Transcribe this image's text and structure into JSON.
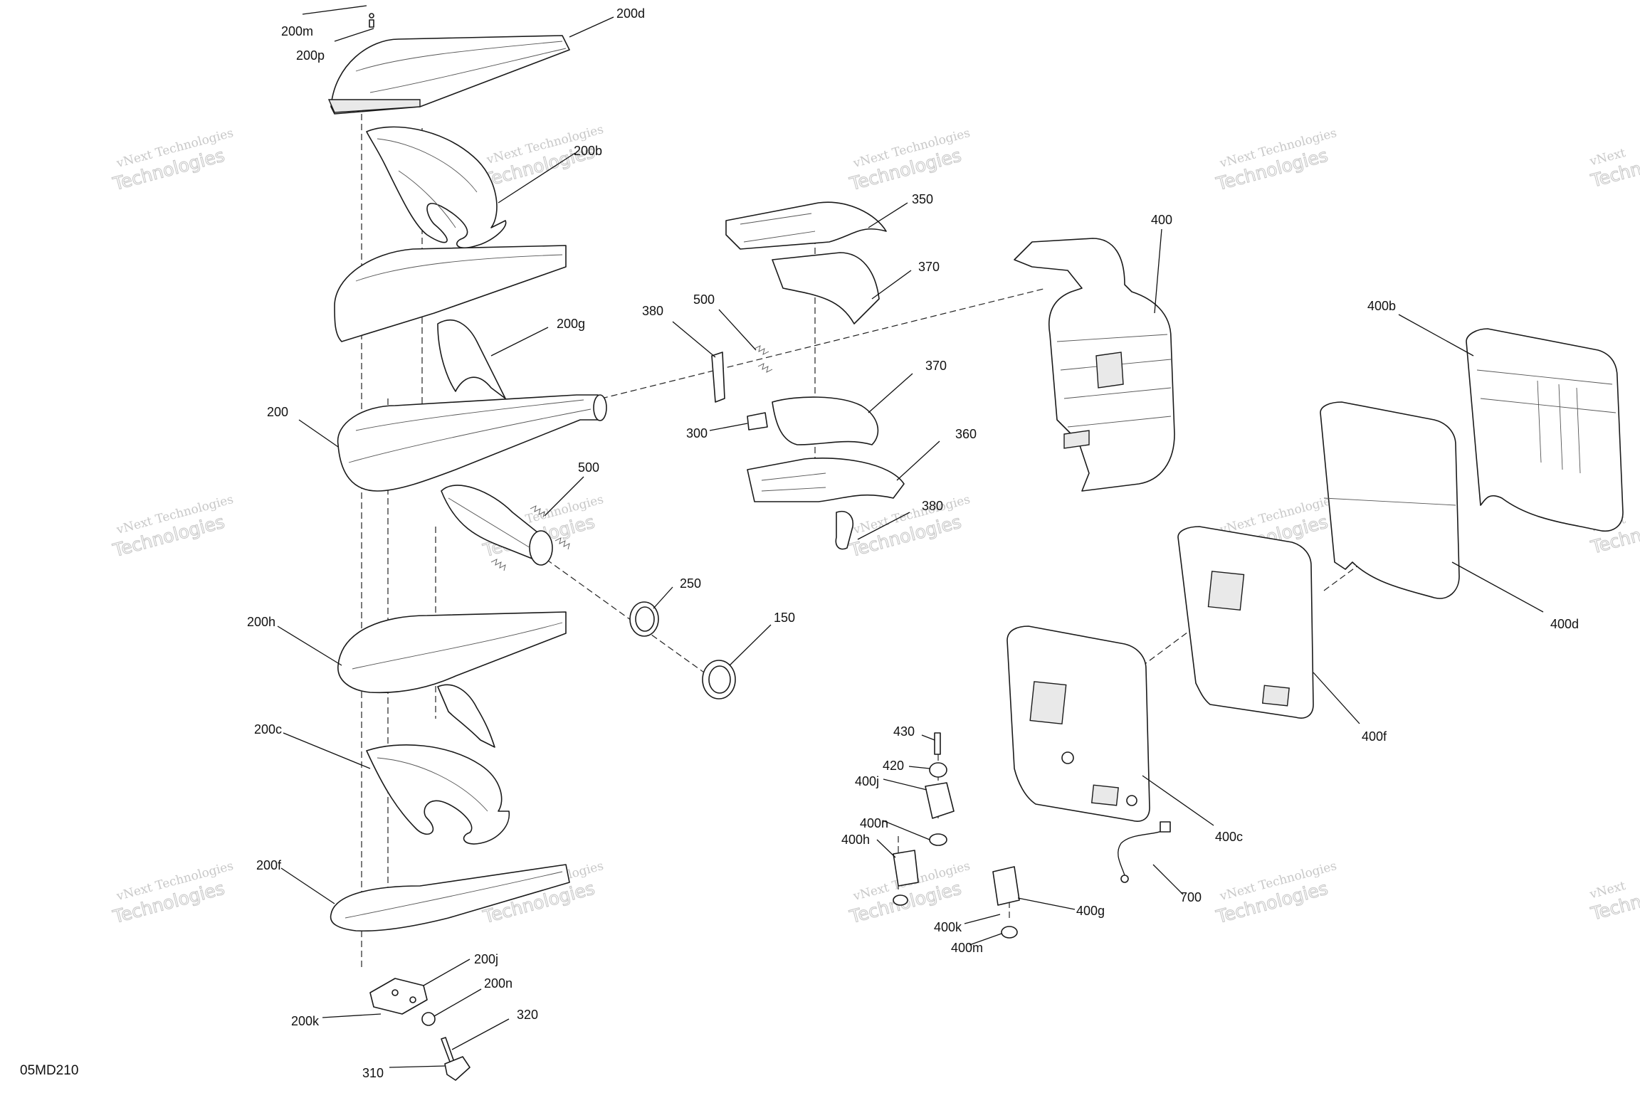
{
  "drawing": {
    "code": "05MD210",
    "watermark_line1": "vNext Technologies",
    "watermark_line2": "Technologies",
    "watermark_small": "vNext",
    "callouts": {
      "c200m": "200m",
      "c200p": "200p",
      "c200d": "200d",
      "c200b": "200b",
      "c200g": "200g",
      "c200": "200",
      "c500a": "500",
      "c200h": "200h",
      "c250": "250",
      "c150": "150",
      "c200c": "200c",
      "c200f": "200f",
      "c200j": "200j",
      "c200n": "200n",
      "c200k": "200k",
      "c320": "320",
      "c310": "310",
      "c350": "350",
      "c370a": "370",
      "c380a": "380",
      "c500b": "500",
      "c370b": "370",
      "c300": "300",
      "c360": "360",
      "c380b": "380",
      "c400": "400",
      "c400b": "400b",
      "c400d": "400d",
      "c400f": "400f",
      "c400c": "400c",
      "c430": "430",
      "c420": "420",
      "c400j": "400j",
      "c400n": "400n",
      "c400h": "400h",
      "c400k": "400k",
      "c400m": "400m",
      "c400g": "400g",
      "c700": "700"
    }
  }
}
